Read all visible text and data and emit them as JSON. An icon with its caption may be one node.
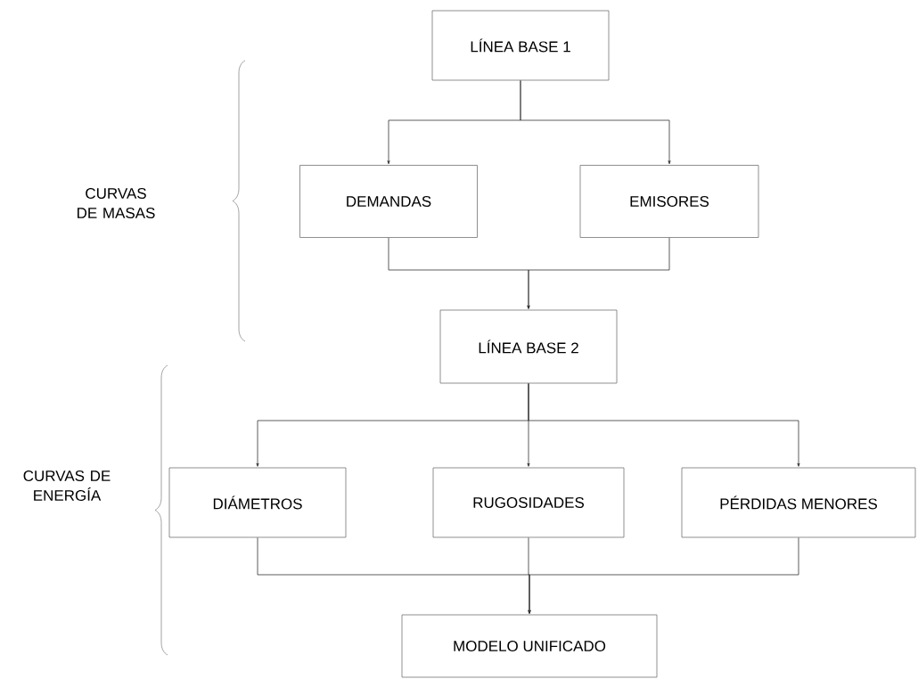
{
  "diagram": {
    "nodes": [
      {
        "text": [
          "LÍNEA BASE 1"
        ]
      },
      {
        "text": [
          "DEMANDAS"
        ]
      },
      {
        "text": [
          "EMISORES"
        ]
      },
      {
        "text": [
          "LÍNEA BASE 2"
        ]
      },
      {
        "text": [
          "DIÁMETROS"
        ]
      },
      {
        "text": [
          "RUGOSIDADES"
        ]
      },
      {
        "text": [
          "PÉRDIDAS MENORES"
        ]
      },
      {
        "text": [
          "MODELO UNIFICADO"
        ]
      }
    ],
    "edges": [
      {
        "from": 0,
        "to": 1,
        "arrow": "to"
      },
      {
        "from": 0,
        "to": 2,
        "arrow": "to"
      },
      {
        "from": 1,
        "to": 3,
        "arrow": "to"
      },
      {
        "from": 2,
        "to": 3,
        "arrow": "to"
      },
      {
        "from": 3,
        "to": 4,
        "arrow": "to"
      },
      {
        "from": 3,
        "to": 5,
        "arrow": "to"
      },
      {
        "from": 3,
        "to": 6,
        "arrow": "to"
      },
      {
        "from": 4,
        "to": 7,
        "arrow": "to"
      },
      {
        "from": 5,
        "to": 7,
        "arrow": "to"
      },
      {
        "from": 6,
        "to": 7,
        "arrow": "to"
      }
    ],
    "labels": [
      "CURVAS DE MASAS",
      "CURVAS DE ENERGÍA"
    ]
  }
}
